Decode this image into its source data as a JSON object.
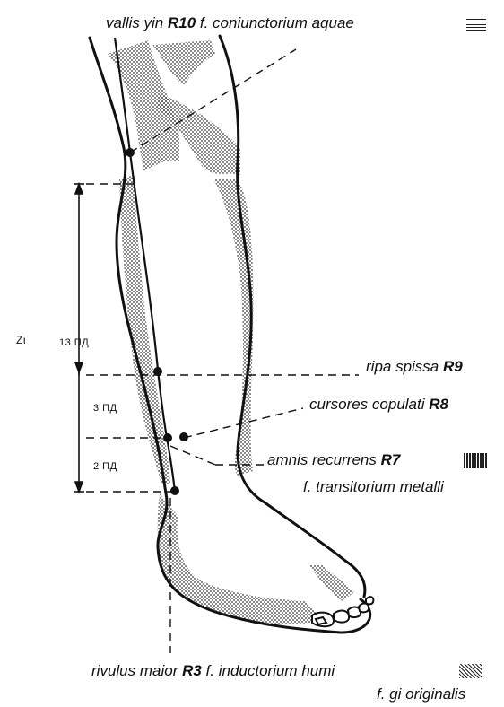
{
  "points": [
    {
      "pre": "vallis yin ",
      "code": "R10",
      "post": " f. coniunctorium aquae",
      "sub": ""
    },
    {
      "pre": "ripa spissa ",
      "code": "R9",
      "post": "",
      "sub": ""
    },
    {
      "pre": "cursores copulati ",
      "code": "R8",
      "post": "",
      "sub": ""
    },
    {
      "pre": "amnis recurrens ",
      "code": "R7",
      "post": "",
      "sub": "f. transitorium metalli"
    },
    {
      "pre": "rivulus maior ",
      "code": "R3",
      "post": " f. inductorium humi",
      "sub": "f. gi originalis"
    }
  ],
  "measurements": [
    "13 ПД",
    "3 ПД",
    "2 ПД"
  ],
  "stray_mark": "Zι",
  "element_types": {
    "fire": "fire-hatch-icon",
    "metal": "metal-hatch-icon",
    "earth": "earth-hatch-icon"
  }
}
